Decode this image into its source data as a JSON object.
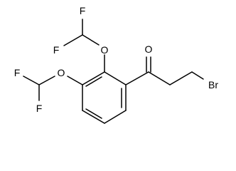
{
  "molecule": {
    "atom_labels": {
      "f1": "F",
      "f2": "F",
      "o_ether_top": "O",
      "f3": "F",
      "f4": "F",
      "o_ether_left": "O",
      "o_carbonyl": "O",
      "br": "Br"
    }
  }
}
